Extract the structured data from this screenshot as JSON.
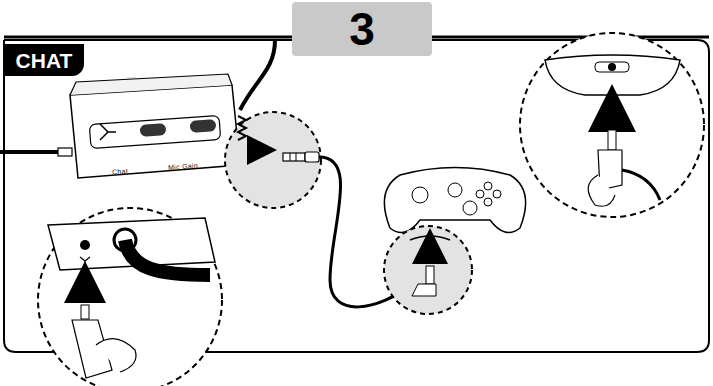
{
  "diagram": {
    "nodes": [
      {
        "text": [
          "3"
        ]
      },
      {
        "text": [
          "CHAT"
        ]
      }
    ],
    "labels": [
      "Chat",
      "Mic Gain"
    ]
  }
}
